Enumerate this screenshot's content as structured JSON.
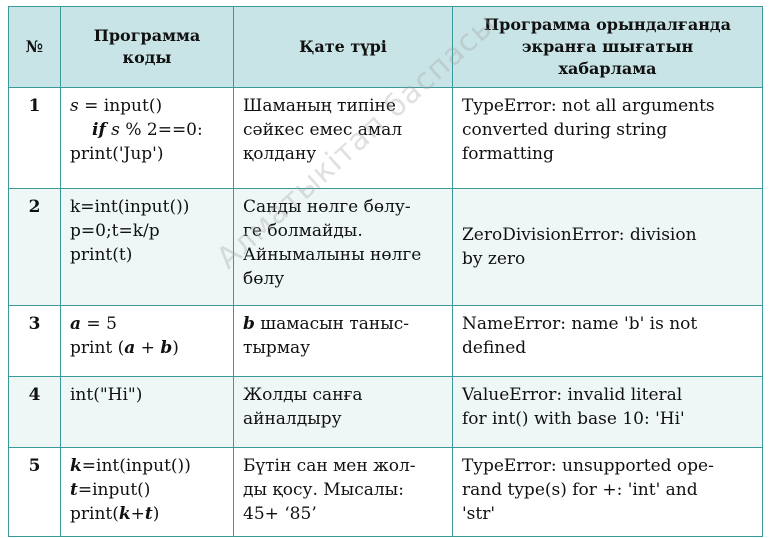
{
  "table": {
    "headers": {
      "no": "№",
      "code": [
        "Программа",
        "коды"
      ],
      "error": "Қате түрі",
      "message": [
        "Программа орындалғанда",
        "экранға шығатын",
        "хабарлама"
      ]
    },
    "rows": [
      {
        "no": "1",
        "code": [
          "s = input()",
          "if s % 2==0:",
          "print('Jup')"
        ],
        "error": [
          "Шаманың типіне",
          "сәйкес емес амал",
          "қолдану"
        ],
        "message": [
          "TypeError: not all arguments",
          "converted during string",
          "formatting"
        ]
      },
      {
        "no": "2",
        "code": [
          "k=int(input())",
          "p=0;t=k/p",
          "print(t)"
        ],
        "error": [
          "Санды нөлге бөлу-",
          "ге болмайды.",
          "Айнымалыны нөлге",
          "бөлу"
        ],
        "message": [
          "ZeroDivisionError: division",
          "by zero"
        ]
      },
      {
        "no": "3",
        "code": [
          "a = 5",
          "print (a + b)"
        ],
        "error": [
          "b шамасын таныс-",
          "тырмау"
        ],
        "message": [
          "NameError: name 'b' is not",
          "defined"
        ]
      },
      {
        "no": "4",
        "code": [
          "int(\"Hi\")"
        ],
        "error": [
          "Жолды санға",
          "айналдыру"
        ],
        "message": [
          "ValueError: invalid literal",
          "for int() with base 10: 'Hi'"
        ]
      },
      {
        "no": "5",
        "code": [
          "k=int(input())",
          "t=input()",
          "print(k+t)"
        ],
        "error": [
          "Бүтін сан мен жол-",
          "ды қосу. Мысалы:",
          "45+ ‘85’"
        ],
        "message": [
          "TypeError: unsupported ope-",
          "rand type(s) for +: 'int' and",
          "'str'"
        ]
      }
    ]
  },
  "watermark": "Алматыкітап баспасы",
  "colors": {
    "header_bg": "#c9e4e6",
    "border": "#3a9a9a",
    "stripe_bg": "#eef6f6"
  }
}
